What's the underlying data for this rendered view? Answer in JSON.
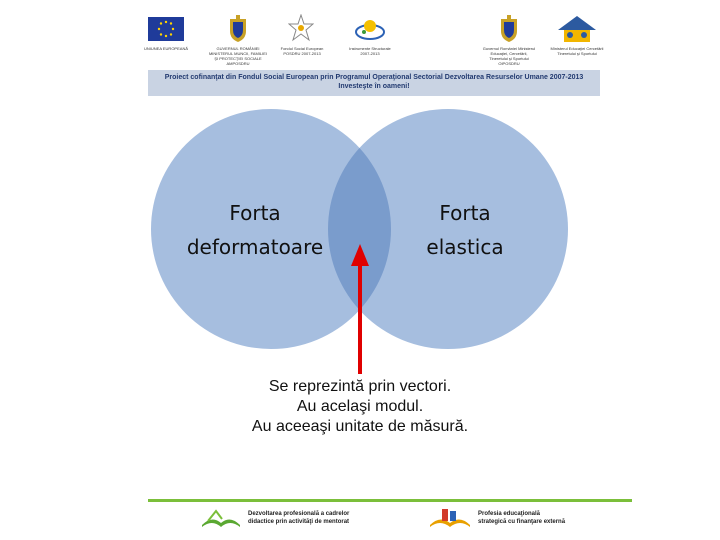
{
  "header": {
    "logo_captions": {
      "eu": "UNIUNEA EUROPEANĂ",
      "guv1": "GUVERNUL ROMÂNIEI MINISTERUL MUNCII, FAMILIEI ŞI PROTECŢIEI SOCIALE AMPOSDRU",
      "fse": "Fondul Social European POSDRU 2007-2013",
      "is": "Instrumente Structurale 2007-2013",
      "guv2": "Guvernul României Ministerul Educaţiei, Cercetării, Tineretului şi Sportului OIPOSDRU",
      "min": "Ministerul Educaţiei Cercetării Tineretului şi Sportului"
    },
    "banner_line1": "Proiect cofinanţat din Fondul Social European prin Programul Operaţional Sectorial Dezvoltarea Resurselor Umane 2007-2013",
    "banner_line2": "Investeşte în oameni!"
  },
  "diagram": {
    "left_label_line1": "Forta",
    "left_label_line2": "deformatoare",
    "right_label_line1": "Forta",
    "right_label_line2": "elastica",
    "caption_lines": [
      "Se reprezintă prin vectori.",
      "Au acelaşi modul.",
      "Au aceeaşi unitate de măsură."
    ],
    "colors": {
      "circle": "#a6bedf",
      "overlap": "#7a9ccc",
      "arrow": "#e00000"
    }
  },
  "footer": {
    "left_text_line1": "Dezvoltarea profesională a cadrelor",
    "left_text_line2": "didactice prin activităţi de mentorat",
    "right_text_line1": "Profesia educaţională",
    "right_text_line2": "strategică cu finanţare externă",
    "line_color": "#7bbf3a"
  }
}
